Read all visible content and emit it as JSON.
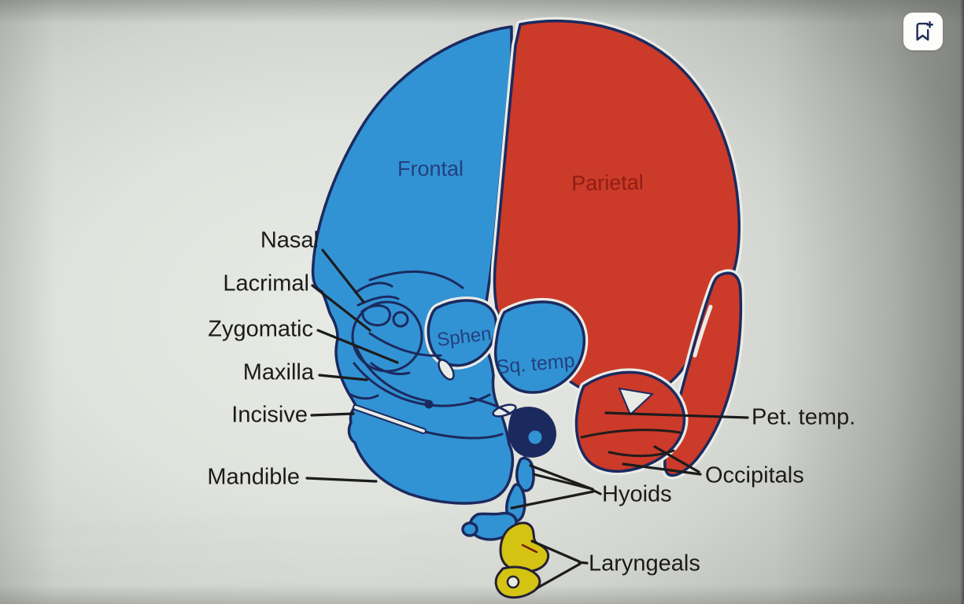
{
  "toolbar": {
    "bookmark_button": {
      "icon": "bookmark-plus-icon"
    }
  },
  "diagram": {
    "kind": "labeled-skull-lateral-view",
    "labels": {
      "frontal": "Frontal",
      "parietal": "Parietal",
      "nasal": "Nasal",
      "lacrimal": "Lacrimal",
      "zygomatic": "Zygomatic",
      "maxilla": "Maxilla",
      "incisive": "Incisive",
      "mandible": "Mandible",
      "sphen": "Sphen",
      "sq_temp": "Sq. temp.",
      "pet_temp": "Pet. temp.",
      "occipitals": "Occipitals",
      "hyoids": "Hyoids",
      "laryngeals": "Laryngeals"
    },
    "colors": {
      "blue_bone": "#3293d4",
      "red_bone": "#cc3a2a",
      "yellow_bone": "#d4c312",
      "outline_navy": "#1b2a5e",
      "leader_black": "#1c1c1c",
      "label_text": "#1b1b1b",
      "frontal_text": "#22407e",
      "parietal_text": "#8e1f13",
      "paper_light": "#e9ebe6"
    }
  }
}
